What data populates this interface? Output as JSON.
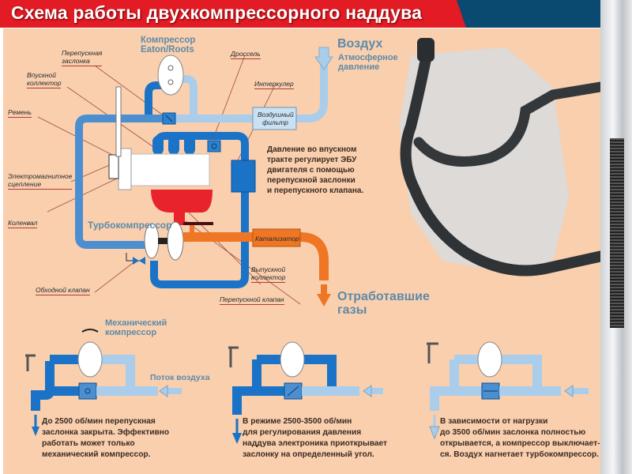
{
  "title": "Схема работы двухкомпрессорного наддува",
  "colors": {
    "title_red": "#e21b24",
    "top_bar_blue": "#0a4a70",
    "background_peach": "#f9cfae",
    "pressurized_air_blue": "#1a73c7",
    "intake_air_lightblue": "#a9cdeb",
    "exhaust_red": "#e8232b",
    "exhaust_orange": "#ee7624",
    "heading_blue": "#5e8aa8"
  },
  "main_diagram": {
    "headings": {
      "compressor": [
        "Компрессор",
        "Eaton/Roots"
      ],
      "air": "Воздух",
      "air_sub": [
        "Атмосферное",
        "давление"
      ],
      "turbo": "Турбокомпрессор",
      "exhaust": [
        "Отработавшие",
        "газы"
      ]
    },
    "labels": {
      "bypass_flap": [
        "Перепускная",
        "заслонка"
      ],
      "intake_manifold": [
        "Впускной",
        "коллектор"
      ],
      "belt": "Ремень",
      "em_clutch": [
        "Электромагнитное",
        "сцепление"
      ],
      "crankshaft": "Коленвал",
      "bypass_valve": "Обходной клапан",
      "throttle": "Дроссель",
      "intercooler": "Интеркулер",
      "air_filter": [
        "Воздушный",
        "фильтр"
      ],
      "catalyst": "Катализатор",
      "exhaust_manifold": [
        "Выпускной",
        "коллектор"
      ],
      "wastegate": "Перепускной клапан"
    },
    "note": "Давление во впускном\nтракте регулирует ЭБУ\nдвигателя с помощью\nперепускной заслонки\nи перепускного клапана."
  },
  "panels": [
    {
      "heading": [
        "Механический",
        "компрессор"
      ],
      "flow_label": "Поток воздуха",
      "text": "До 2500 об/мин перепускная\nзаслонка закрыта. Эффективно\nработать может только\nмеханический компрессор.",
      "flap_state": "closed"
    },
    {
      "text": "В режиме 2500-3500 об/мин\nдля регулирования давления\nнаддува электроника приоткрывает\nзаслонку на определенный угол.",
      "flap_state": "partially-open"
    },
    {
      "text": "В зависимости от нагрузки\nдо 3500 об/мин заслонка полностью\nоткрывается, а компрессор выключает-\nся. Воздух нагнетает турбокомпрессор.",
      "flap_state": "open"
    }
  ]
}
